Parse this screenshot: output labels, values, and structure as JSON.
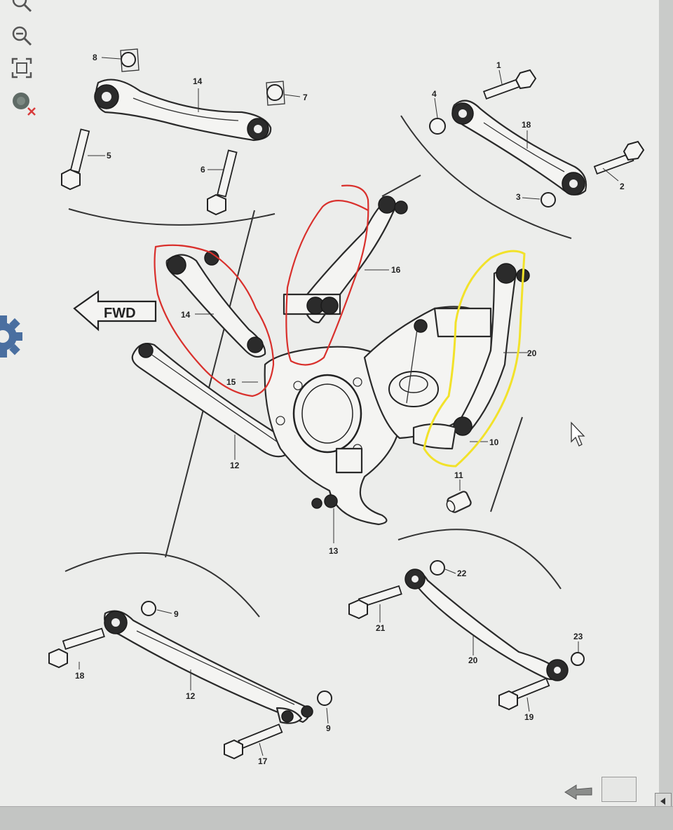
{
  "toolbar": {
    "tools": [
      {
        "name": "zoom-in",
        "icon": "zoom-in-icon"
      },
      {
        "name": "zoom-out",
        "icon": "zoom-out-icon"
      },
      {
        "name": "fit-page",
        "icon": "fit-page-icon"
      },
      {
        "name": "clear-markup",
        "icon": "clear-markup-icon"
      }
    ]
  },
  "diagram": {
    "fwd_label": "FWD",
    "callouts": {
      "c1": "1",
      "c2": "2",
      "c3": "3",
      "c4": "4",
      "c5": "5",
      "c6": "6",
      "c7": "7",
      "c8": "8",
      "c9a": "9",
      "c9b": "9",
      "c10": "10",
      "c11": "11",
      "c12a": "12",
      "c12b": "12",
      "c13": "13",
      "c14a": "14",
      "c14b": "14",
      "c15": "15",
      "c16": "16",
      "c17": "17",
      "c18a": "18",
      "c18b": "18",
      "c19": "19",
      "c20a": "20",
      "c20b": "20",
      "c21": "21",
      "c22": "22",
      "c23": "23"
    },
    "highlight_colors": {
      "red": "#d9302c",
      "yellow": "#f2e22a"
    }
  }
}
